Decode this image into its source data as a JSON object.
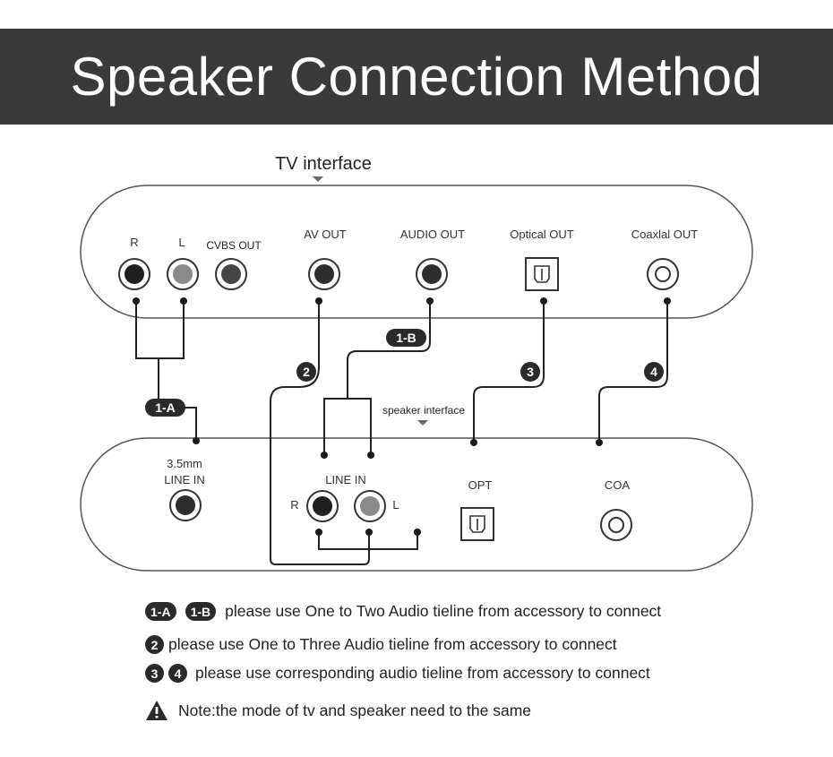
{
  "header": {
    "title": "Speaker Connection Method"
  },
  "tv_panel": {
    "label": "TV interface",
    "ports": {
      "r": "R",
      "l": "L",
      "cvbs": "CVBS OUT",
      "av": "AV OUT",
      "audio": "AUDIO OUT",
      "optical": "Optical OUT",
      "coaxial": "Coaxlal OUT"
    }
  },
  "speaker_panel": {
    "label": "speaker interface",
    "ports": {
      "line_in_35_line1": "3.5mm",
      "line_in_35_line2": "LINE IN",
      "line_in": "LINE IN",
      "r": "R",
      "l": "L",
      "opt": "OPT",
      "coa": "COA"
    }
  },
  "badges": {
    "b1a": "1-A",
    "b1b": "1-B",
    "b2": "2",
    "b3": "3",
    "b4": "4"
  },
  "legend": {
    "row1_text": "please use One to Two Audio tieline from accessory to connect",
    "row2_text": "please use One to Three Audio tieline from accessory to connect",
    "row3_text": "please use corresponding audio tieline from accessory to connect",
    "note_text": "Note:the mode of tv and speaker need to the same"
  }
}
